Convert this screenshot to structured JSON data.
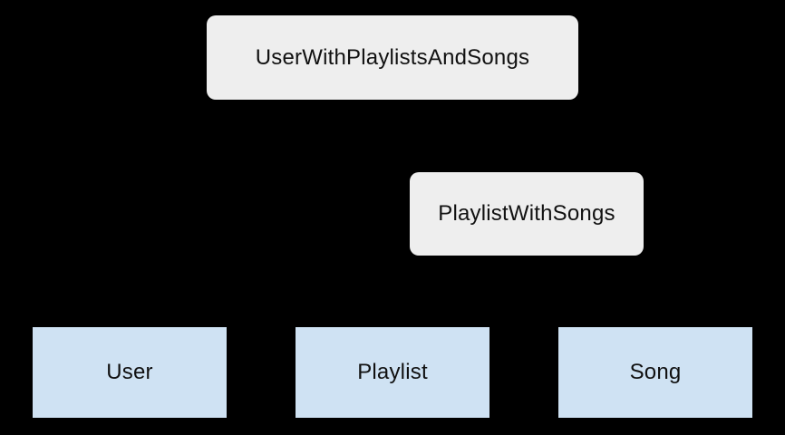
{
  "diagram": {
    "description": "Entity relationship diagram of nested data classes",
    "nodes": [
      {
        "id": "user-with-playlists-and-songs",
        "label": "UserWithPlaylistsAndSongs",
        "kind": "composite"
      },
      {
        "id": "playlist-with-songs",
        "label": "PlaylistWithSongs",
        "kind": "composite"
      },
      {
        "id": "user",
        "label": "User",
        "kind": "entity"
      },
      {
        "id": "playlist",
        "label": "Playlist",
        "kind": "entity"
      },
      {
        "id": "song",
        "label": "Song",
        "kind": "entity"
      }
    ]
  },
  "colors": {
    "background": "#000000",
    "composite_fill": "#eeeeee",
    "entity_fill": "#cfe2f3",
    "text": "#111111"
  }
}
